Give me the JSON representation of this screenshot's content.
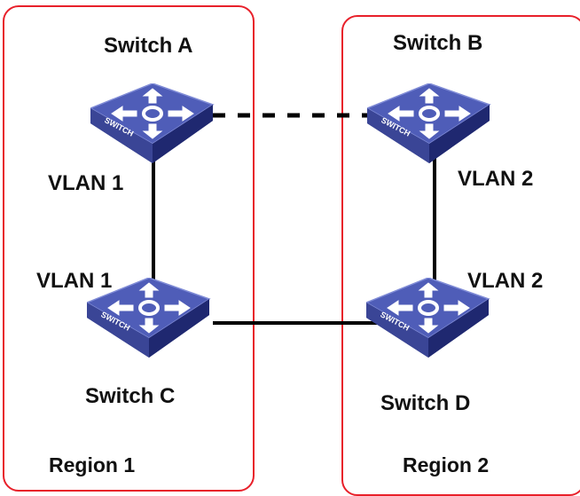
{
  "diagram": {
    "switches": {
      "a": {
        "label": "Switch A",
        "faceplate": "SWITCH"
      },
      "b": {
        "label": "Switch B",
        "faceplate": "SWITCH"
      },
      "c": {
        "label": "Switch C",
        "faceplate": "SWITCH"
      },
      "d": {
        "label": "Switch D",
        "faceplate": "SWITCH"
      }
    },
    "vlans": {
      "a_port": "VLAN 1",
      "c_port": "VLAN 1",
      "b_port": "VLAN 2",
      "d_port": "VLAN 2"
    },
    "regions": {
      "r1": "Region 1",
      "r2": "Region 2"
    },
    "colors": {
      "region_border": "#e8202a",
      "switch_top": "#4f5db8",
      "switch_side": "#27327e",
      "switch_arrows": "#ffffff",
      "link": "#000000"
    },
    "links": [
      {
        "from": "Switch A",
        "to": "Switch B",
        "style": "dashed"
      },
      {
        "from": "Switch A",
        "to": "Switch C",
        "style": "solid"
      },
      {
        "from": "Switch B",
        "to": "Switch D",
        "style": "solid"
      },
      {
        "from": "Switch C",
        "to": "Switch D",
        "style": "solid"
      }
    ]
  }
}
